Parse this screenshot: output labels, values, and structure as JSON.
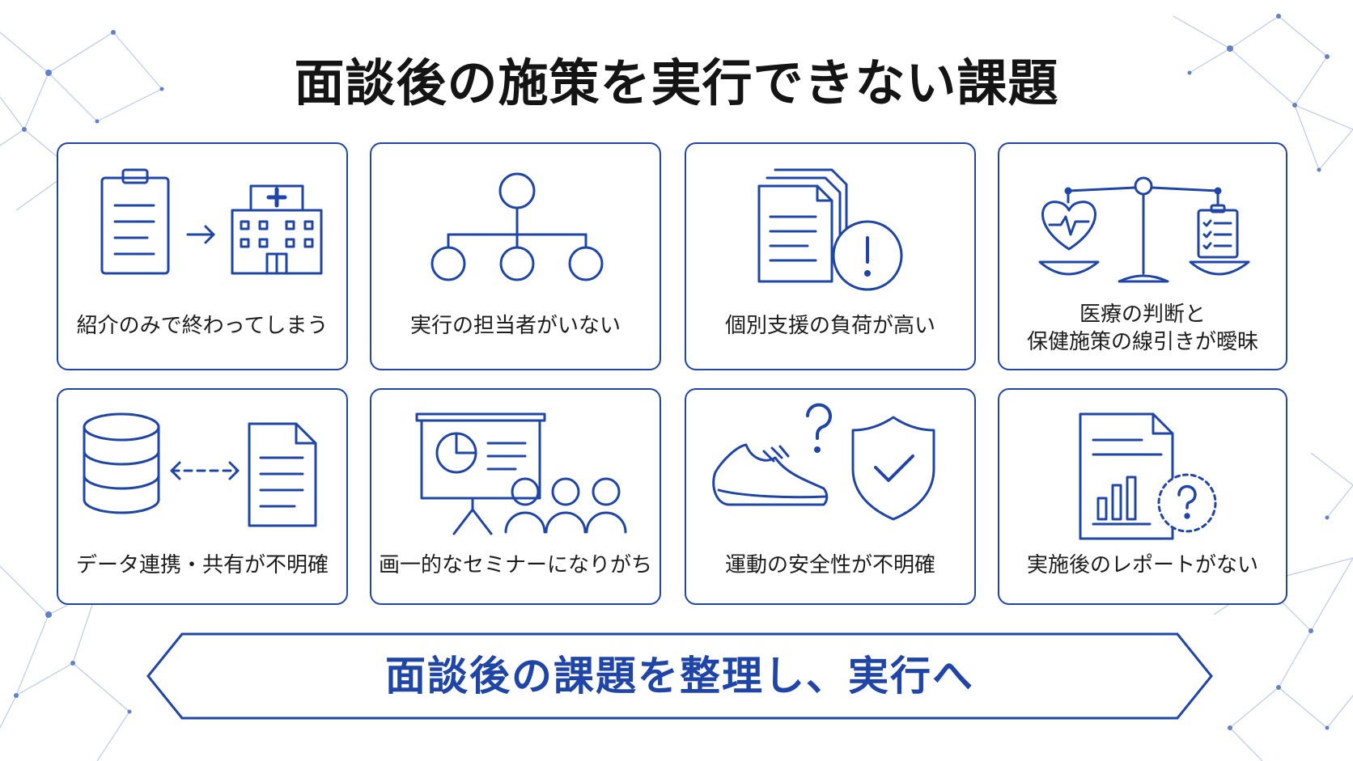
{
  "title": "面談後の施策を実行できない課題",
  "colors": {
    "accent": "#1f45a8",
    "text": "#1c1c1c",
    "network": "#8aa3d6"
  },
  "cards": [
    {
      "label": "紹介のみで終わってしまう",
      "icons": [
        "clipboard-icon",
        "arrow-right-icon",
        "hospital-icon"
      ]
    },
    {
      "label": "実行の担当者がいない",
      "icons": [
        "org-chart-icon"
      ]
    },
    {
      "label": "個別支援の負荷が高い",
      "icons": [
        "document-stack-icon",
        "exclamation-icon"
      ]
    },
    {
      "label_lines": [
        "医療の判断と",
        "保健施策の線引きが曖昧"
      ],
      "icons": [
        "balance-scale-icon",
        "heart-pulse-icon",
        "checklist-icon"
      ]
    },
    {
      "label": "データ連携・共有が不明確",
      "icons": [
        "database-icon",
        "double-arrow-icon",
        "document-icon"
      ]
    },
    {
      "label": "画一的なセミナーになりがち",
      "icons": [
        "presentation-board-icon",
        "audience-icon"
      ]
    },
    {
      "label": "運動の安全性が不明確",
      "icons": [
        "sneaker-icon",
        "question-icon",
        "shield-check-icon"
      ]
    },
    {
      "label": "実施後のレポートがない",
      "icons": [
        "report-icon",
        "bar-chart-icon",
        "question-circle-icon"
      ]
    }
  ],
  "banner": {
    "text": "面談後の課題を整理し、実行へ"
  }
}
